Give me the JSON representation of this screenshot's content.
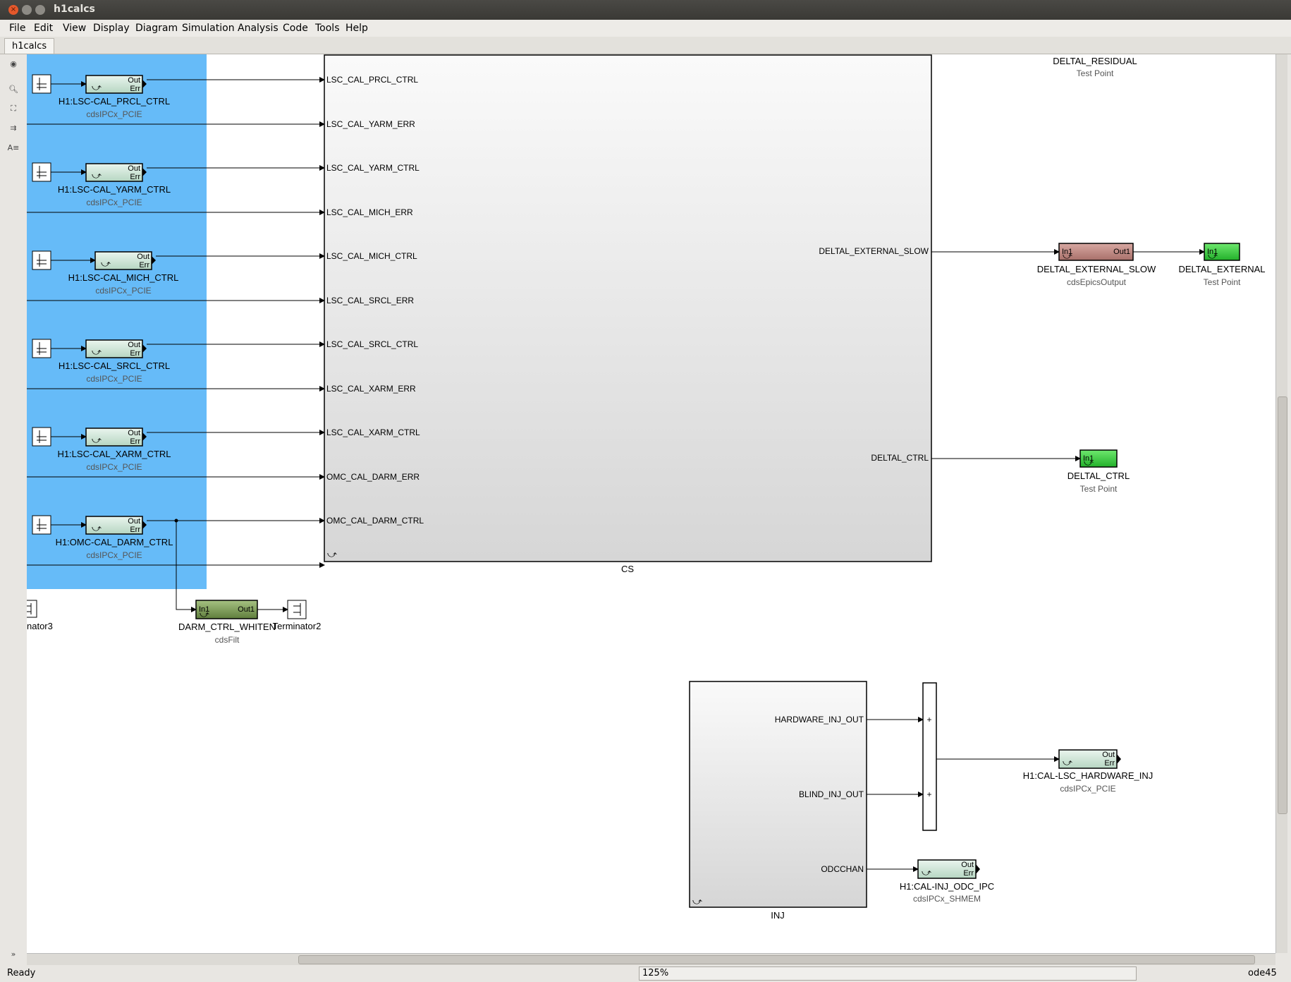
{
  "window": {
    "title": "h1calcs"
  },
  "menu": [
    "File",
    "Edit",
    "View",
    "Display",
    "Diagram",
    "Simulation",
    "Analysis",
    "Code",
    "Tools",
    "Help"
  ],
  "tab": "h1calcs",
  "status": {
    "ready": "Ready",
    "zoom": "125%",
    "solver": "ode45"
  },
  "ipc_blocks": [
    {
      "name": "H1:LSC-CAL_PRCL_CTRL",
      "lib": "cdsIPCx_PCIE"
    },
    {
      "name": "H1:LSC-CAL_YARM_CTRL",
      "lib": "cdsIPCx_PCIE"
    },
    {
      "name": "H1:LSC-CAL_MICH_CTRL",
      "lib": "cdsIPCx_PCIE"
    },
    {
      "name": "H1:LSC-CAL_SRCL_CTRL",
      "lib": "cdsIPCx_PCIE"
    },
    {
      "name": "H1:LSC-CAL_XARM_CTRL",
      "lib": "cdsIPCx_PCIE"
    },
    {
      "name": "H1:OMC-CAL_DARM_CTRL",
      "lib": "cdsIPCx_PCIE"
    }
  ],
  "block_ports": {
    "out": "Out",
    "err": "Err",
    "in1": "In1",
    "out1": "Out1"
  },
  "cs": {
    "label": "CS",
    "inputs": [
      "LSC_CAL_PRCL_CTRL",
      "LSC_CAL_YARM_ERR",
      "LSC_CAL_YARM_CTRL",
      "LSC_CAL_MICH_ERR",
      "LSC_CAL_MICH_CTRL",
      "LSC_CAL_SRCL_ERR",
      "LSC_CAL_SRCL_CTRL",
      "LSC_CAL_XARM_ERR",
      "LSC_CAL_XARM_CTRL",
      "OMC_CAL_DARM_ERR",
      "OMC_CAL_DARM_CTRL"
    ],
    "outputs": [
      "DELTAL_EXTERNAL_SLOW",
      "DELTAL_CTRL"
    ]
  },
  "residual": {
    "name": "DELTAL_RESIDUAL",
    "lib": "Test Point"
  },
  "epics_out": {
    "name": "DELTAL_EXTERNAL_SLOW",
    "lib": "cdsEpicsOutput"
  },
  "external_tp": {
    "name": "DELTAL_EXTERNAL",
    "lib": "Test Point"
  },
  "ctrl_tp": {
    "name": "DELTAL_CTRL",
    "lib": "Test Point"
  },
  "filt": {
    "name": "DARM_CTRL_WHITEN",
    "lib": "cdsFilt"
  },
  "terminator2": "Terminator2",
  "terminator3": "nator3",
  "inj": {
    "label": "INJ",
    "outputs": [
      "HARDWARE_INJ_OUT",
      "BLIND_INJ_OUT",
      "ODCCHAN"
    ]
  },
  "sum_signs": [
    "+",
    "+"
  ],
  "hw_ipc": {
    "name": "H1:CAL-LSC_HARDWARE_INJ",
    "lib": "cdsIPCx_PCIE"
  },
  "odc_ipc": {
    "name": "H1:CAL-INJ_ODC_IPC",
    "lib": "cdsIPCx_SHMEM"
  },
  "colors": {
    "selection": "#66bbf8",
    "ipc_block": "#cde6d6",
    "epics_block": "#c08a84",
    "tp_block": "#3fcf4a",
    "filt_block": "#7e9c5a"
  }
}
